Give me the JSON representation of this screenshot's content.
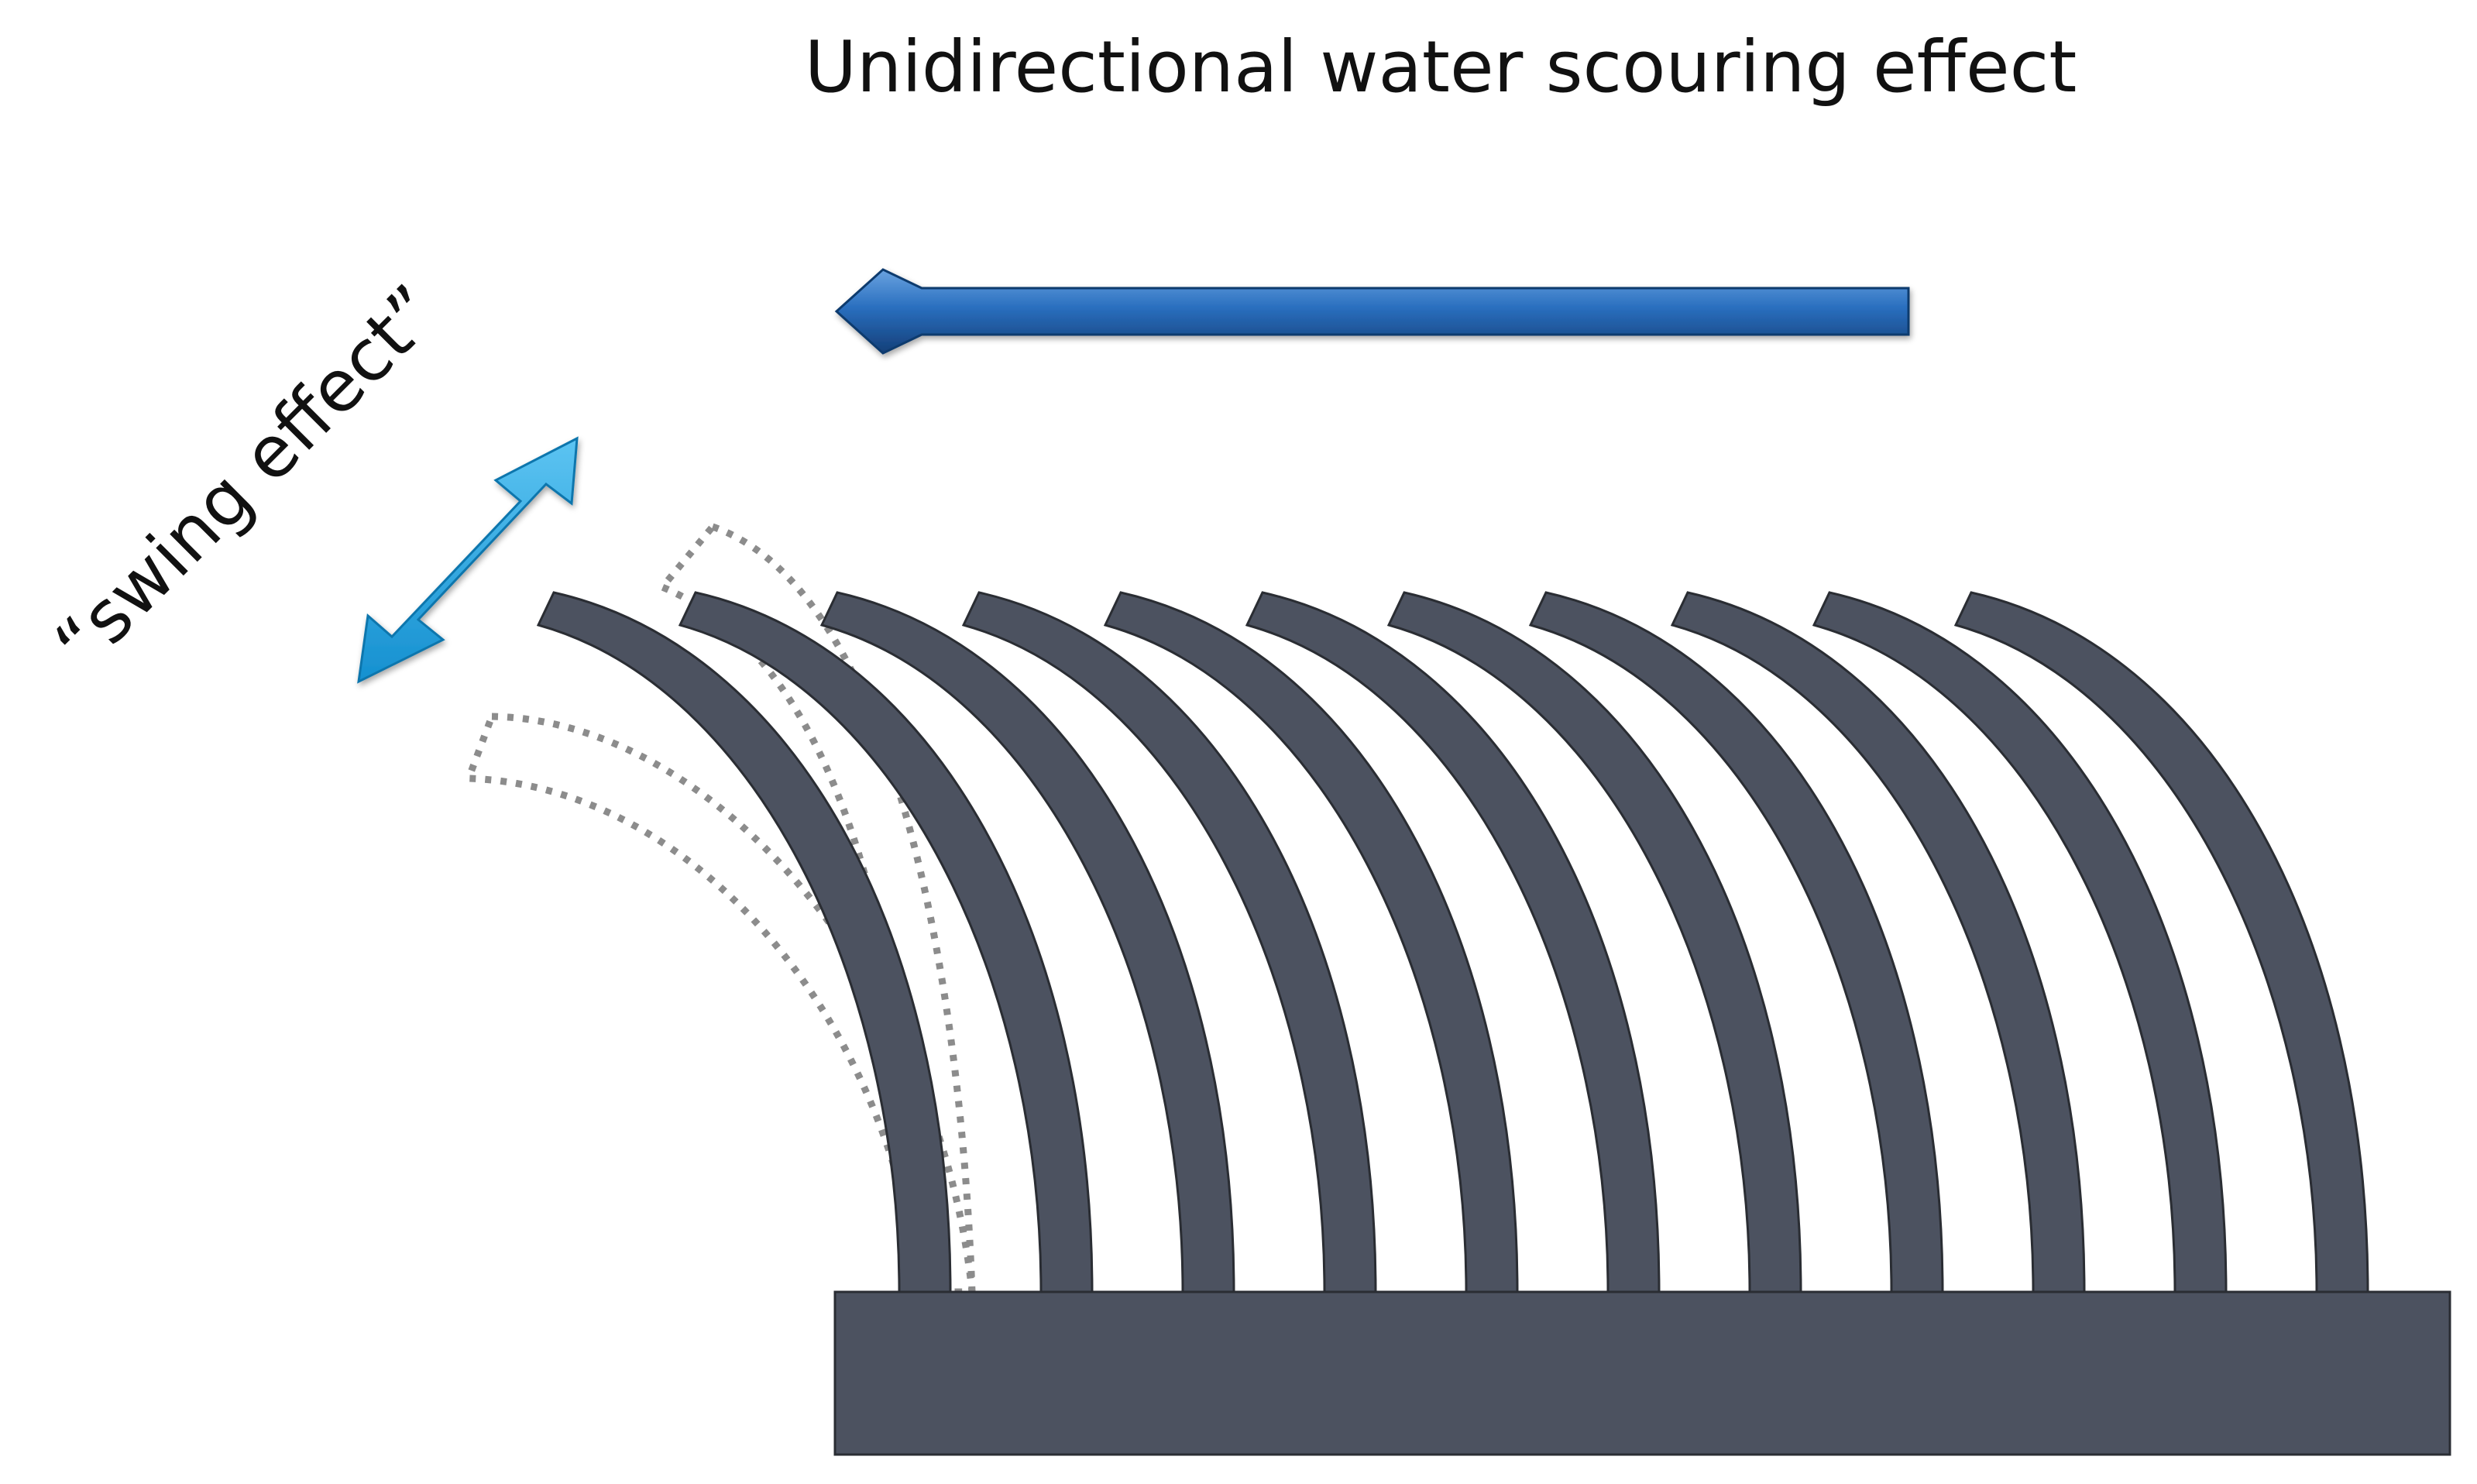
{
  "diagram": {
    "flow_label": "Unidirectional water scouring effect",
    "swing_label": "“swing  effect”",
    "fiber_count": 11,
    "colors": {
      "fiber": "#4c5260",
      "fiber_outline": "#2a2d33",
      "base": "#4c5260",
      "flow_arrow": "#1f5fa8",
      "flow_arrow_light": "#5b94d4",
      "swing_arrow": "#1ea3e3",
      "ghost_outline": "#8c8c8c",
      "text": "#111111"
    },
    "icons": {
      "flow_arrow": "left-arrow-icon",
      "swing_arrow": "double-headed-arrow-icon"
    }
  }
}
